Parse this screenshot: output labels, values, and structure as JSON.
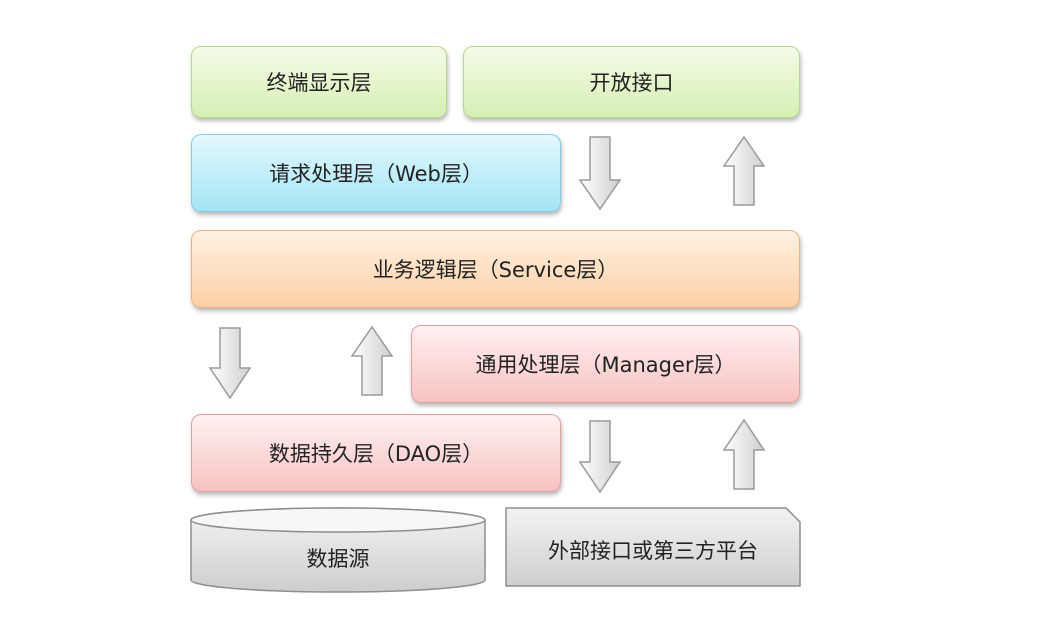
{
  "layers": {
    "terminal": "终端显示层",
    "open_api": "开放接口",
    "web": "请求处理层（Web层）",
    "service": "业务逻辑层（Service层）",
    "manager": "通用处理层（Manager层）",
    "dao": "数据持久层（DAO层）"
  },
  "bottom": {
    "datasource": "数据源",
    "external": "外部接口或第三方平台"
  }
}
